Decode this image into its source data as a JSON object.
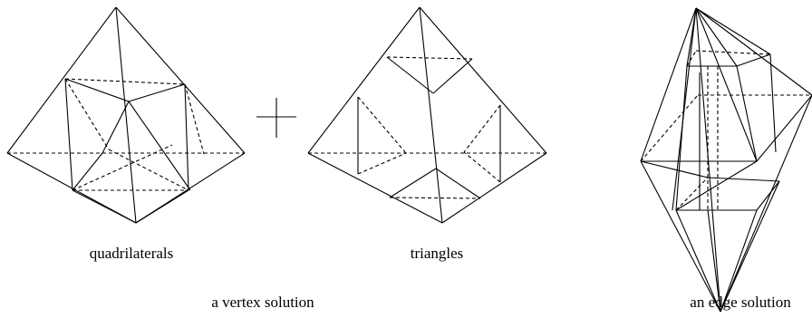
{
  "labels": {
    "quadrilaterals": "quadrilaterals",
    "triangles": "triangles",
    "vertex_solution": "a vertex solution",
    "edge_solution": "an edge solution"
  }
}
